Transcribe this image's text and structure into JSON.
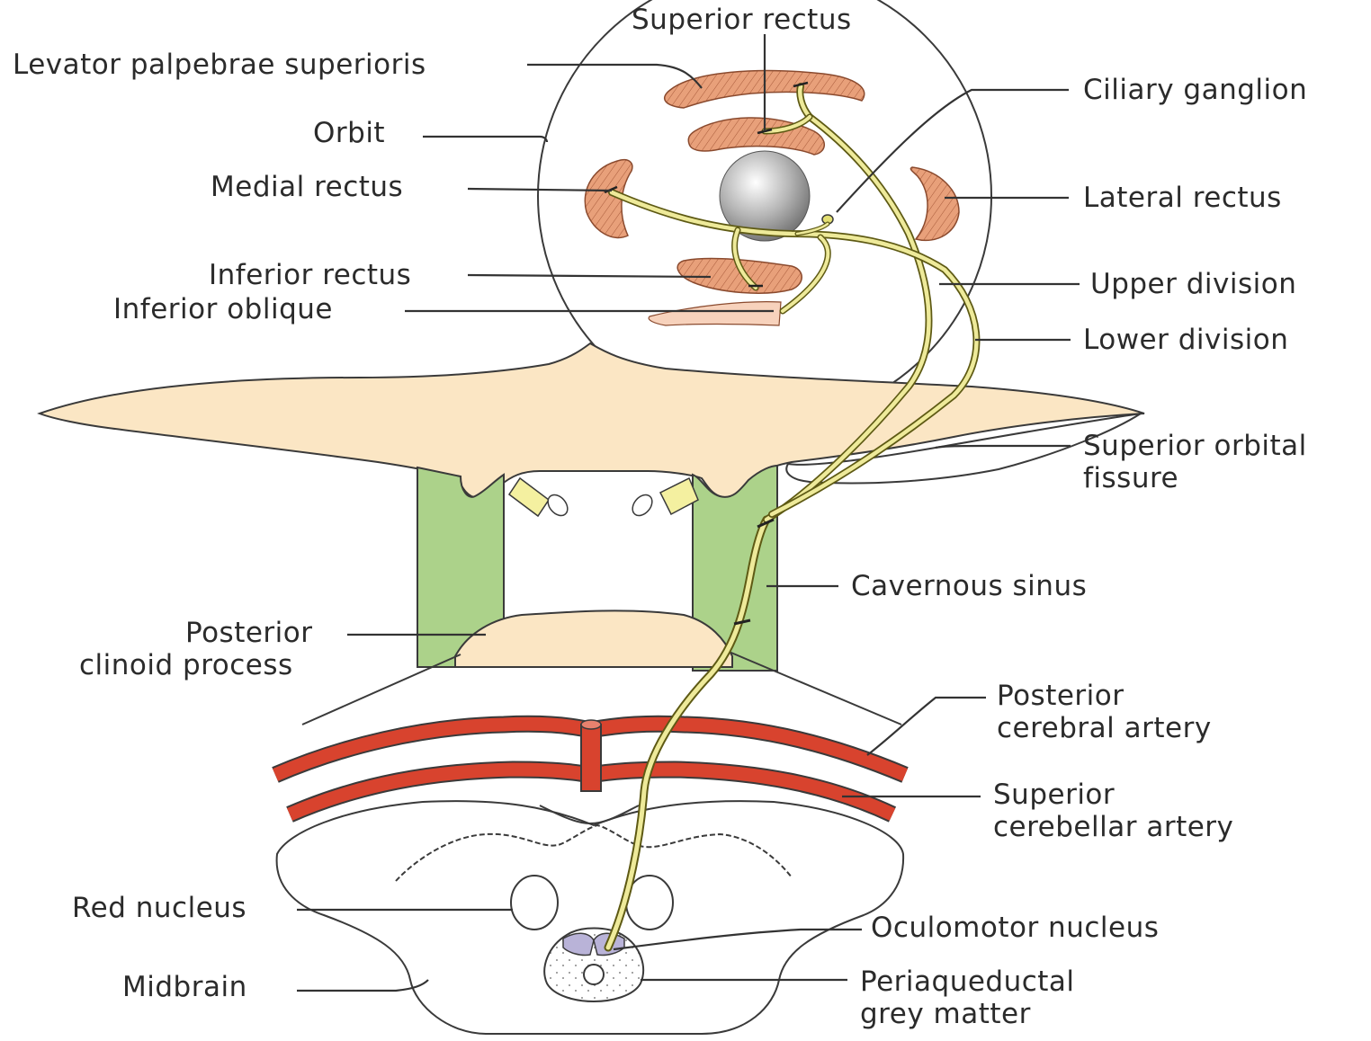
{
  "labels": {
    "superior_rectus": "Superior rectus",
    "levator": "Levator palpebrae superioris",
    "orbit": "Orbit",
    "medial_rectus": "Medial rectus",
    "inferior_rectus": "Inferior rectus",
    "inferior_oblique": "Inferior oblique",
    "ciliary_ganglion": "Ciliary ganglion",
    "lateral_rectus": "Lateral rectus",
    "upper_division": "Upper division",
    "lower_division": "Lower division",
    "sof_line1": "Superior orbital",
    "sof_line2": "fissure",
    "cavernous_sinus": "Cavernous sinus",
    "pcp_line1": "Posterior",
    "pcp_line2": "clinoid process",
    "pca_line1": "Posterior",
    "pca_line2": "cerebral artery",
    "sca_line1": "Superior",
    "sca_line2": "cerebellar artery",
    "red_nucleus": "Red nucleus",
    "midbrain": "Midbrain",
    "oculomotor_nucleus": "Oculomotor nucleus",
    "pag_line1": "Periaqueductal",
    "pag_line2": "grey matter"
  },
  "colors": {
    "muscle": "#e8a07a",
    "bone": "#fbe6c4",
    "sinus": "#acd28a",
    "artery": "#d8432e",
    "nerve": "#e3df72",
    "nucleus": "#b9b3d8",
    "eyeball": "#9a9a9a"
  }
}
